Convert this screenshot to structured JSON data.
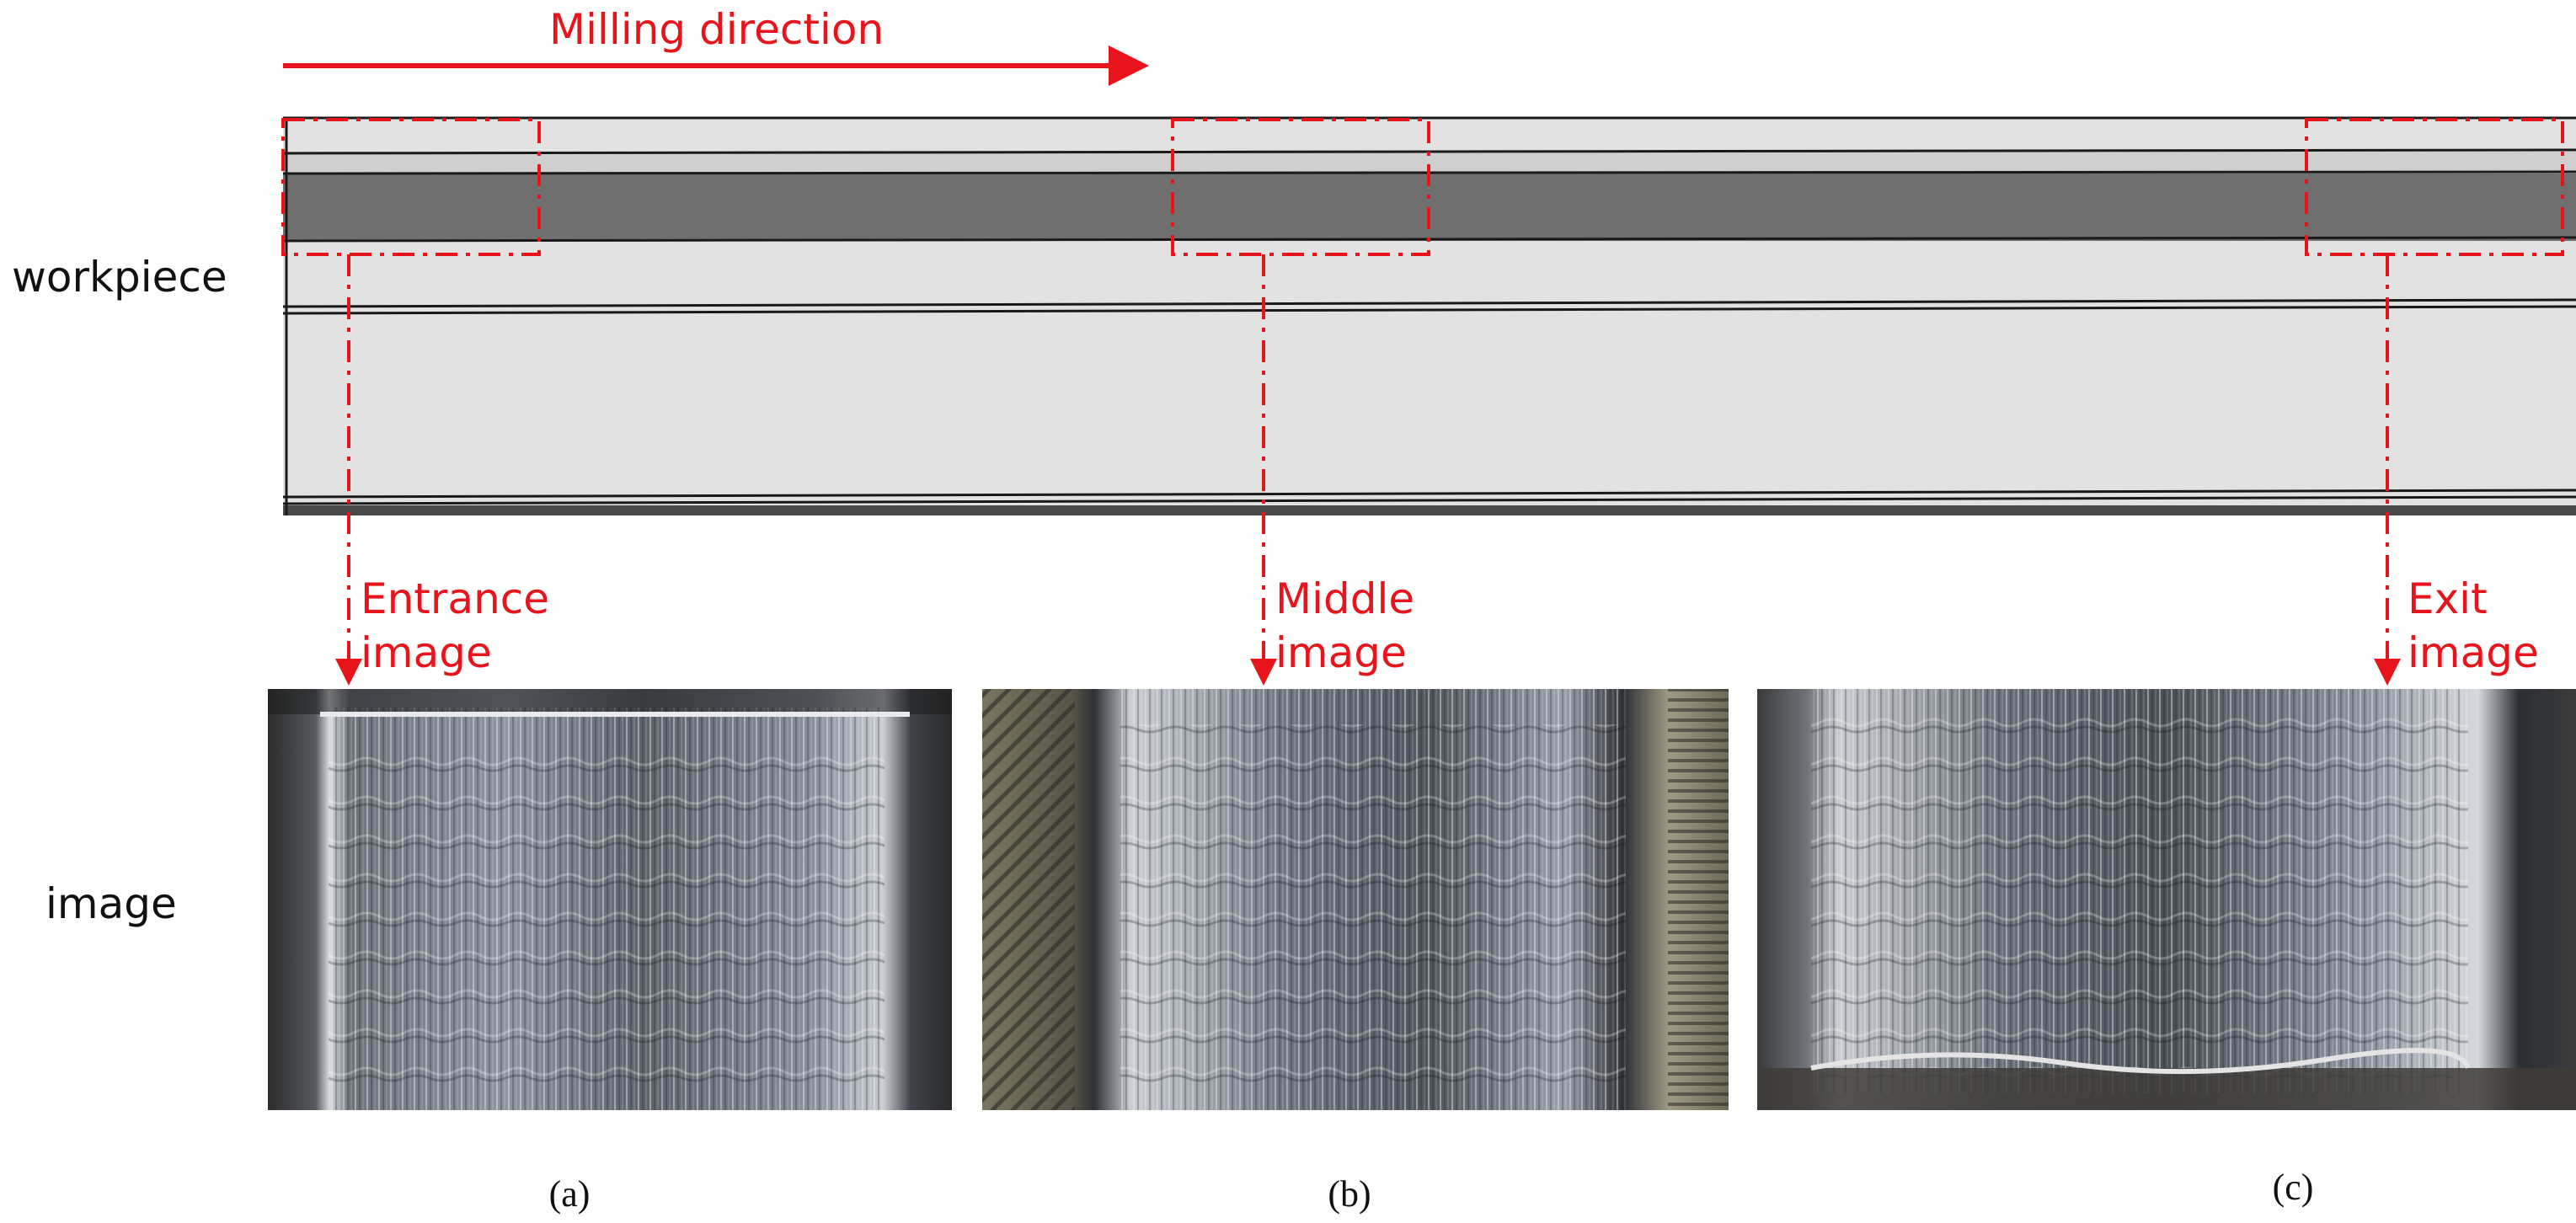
{
  "diagram": {
    "direction_label": "Milling direction",
    "row_labels": {
      "workpiece": "workpiece",
      "image": "image"
    },
    "regions": [
      {
        "id": "entrance",
        "label_line1": "Entrance",
        "label_line2": "image",
        "caption": "(a)"
      },
      {
        "id": "middle",
        "label_line1": "Middle",
        "label_line2": "image",
        "caption": "(b)"
      },
      {
        "id": "exit",
        "label_line1": "Exit",
        "label_line2": "image",
        "caption": "(c)"
      }
    ],
    "colors": {
      "annotation": "#e8141b",
      "workpiece_light": "#e2e2e2",
      "workpiece_dark": "#6f6f6f",
      "outline": "#1a1a1a"
    }
  }
}
